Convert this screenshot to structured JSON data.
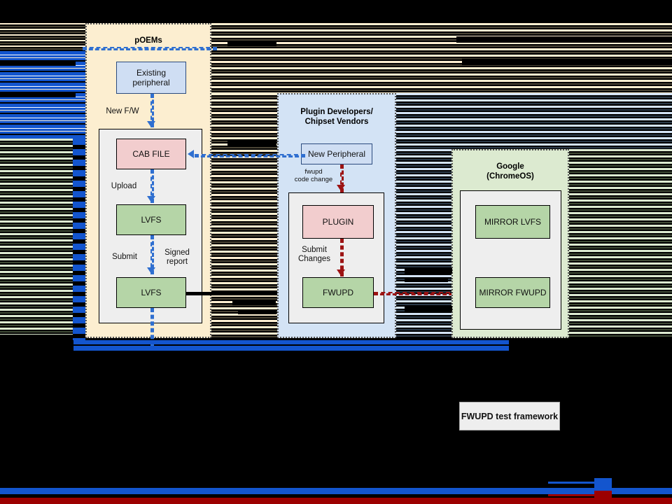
{
  "diagram": {
    "lanes": [
      {
        "id": "poems",
        "title": "pOEMs"
      },
      {
        "id": "plugin",
        "title": "Plugin Developers/\nChipset Vendors",
        "title_line1": "Plugin Developers/",
        "title_line2": "Chipset Vendors"
      },
      {
        "id": "google",
        "title": "Google\n(ChromeOS)",
        "title_line1": "Google",
        "title_line2": "(ChromeOS)"
      }
    ],
    "nodes": {
      "existing_peripheral": "Existing\nperipheral",
      "existing_peripheral_l1": "Existing",
      "existing_peripheral_l2": "peripheral",
      "cab_file": "CAB FILE",
      "lvfs_upper": "LVFS",
      "lvfs_lower": "LVFS",
      "new_peripheral": "New Peripheral",
      "plugin": "PLUGIN",
      "fwupd": "FWUPD",
      "mirror_lvfs": "MIRROR LVFS",
      "mirror_fwupd": "MIRROR FWUPD",
      "test_framework": "FWUPD test framework"
    },
    "edge_labels": {
      "new_fw": "New F/W",
      "upload": "Upload",
      "submit": "Submit",
      "signed_report": "Signed\nreport",
      "signed_report_l1": "Signed",
      "signed_report_l2": "report",
      "fwupd_code_change_l1": "fwupd",
      "fwupd_code_change_l2": "code change",
      "submit_changes_l1": "Submit",
      "submit_changes_l2": "Changes"
    },
    "colors": {
      "lane_poems_bg": "#fceed0",
      "lane_plugin_bg": "#d3e3f5",
      "lane_google_bg": "#dcead0",
      "node_blue": "#cfdef3",
      "node_pink": "#f2cdce",
      "node_green": "#b5d5a7",
      "inner_bg": "#eeeeee",
      "arrow_blue": "#2f6fd0",
      "arrow_red": "#9c1313",
      "arrow_black": "#000000",
      "artifact_blue": "#1355ce",
      "artifact_red": "#9c0000",
      "background": "#000000"
    }
  }
}
